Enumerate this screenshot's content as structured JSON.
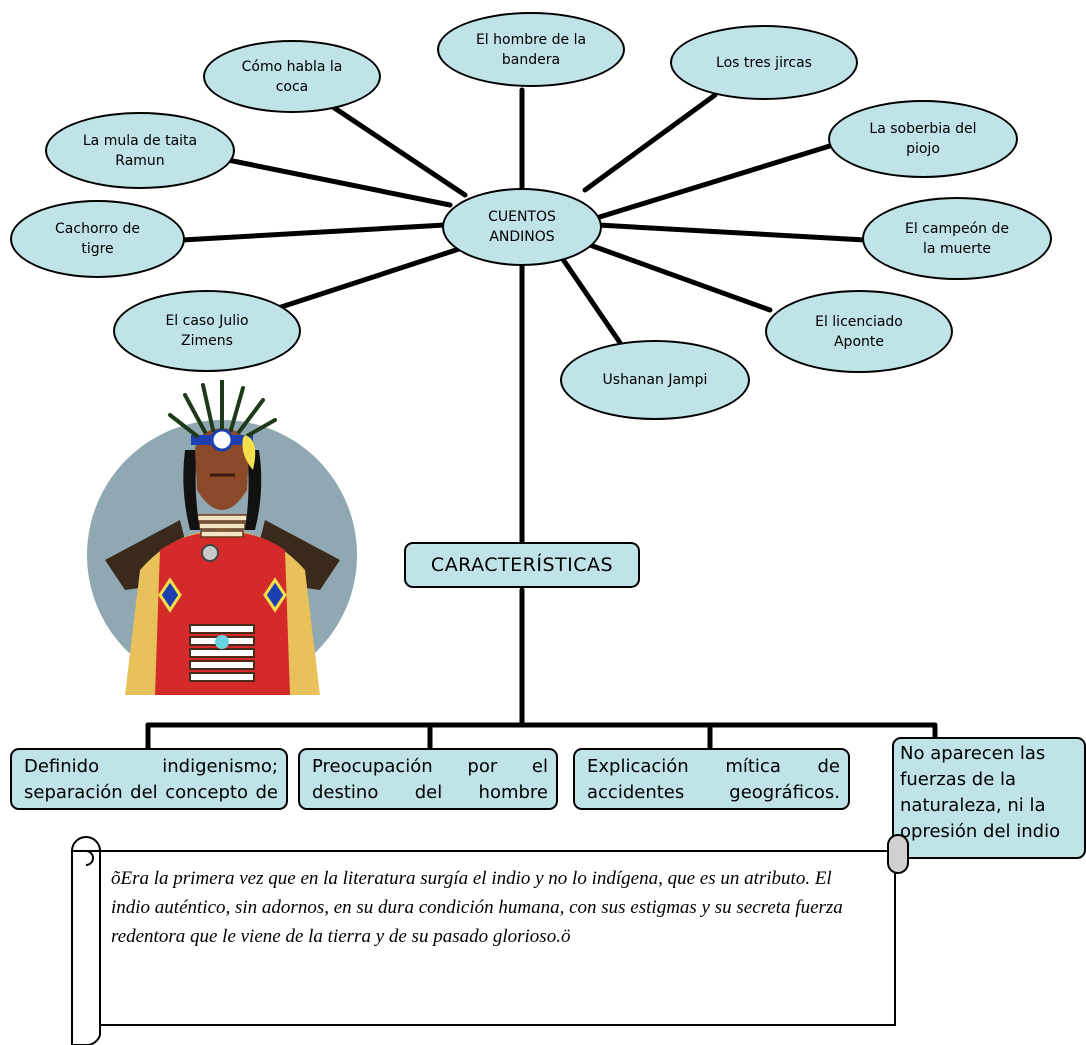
{
  "diagram": {
    "center": "CUENTOS\nANDINOS",
    "stories": [
      "El hombre de la\nbandera",
      "Cómo habla la\ncoca",
      "Los tres jircas",
      "La mula de taita\nRamun",
      "La soberbia del\npiojo",
      "Cachorro de\ntigre",
      "El campeón de\nla muerte",
      "El caso Julio\nZimens",
      "El licenciado\nAponte",
      "Ushanan Jampi"
    ],
    "characteristics_title": "CARACTERÍSTICAS",
    "characteristics": [
      "Definido indigenismo; separación del concepto de raza.",
      "Preocupación por el destino del hombre peruano.",
      "Explicación mítica de accidentes geográficos. Ambiente provinciano",
      "No aparecen las fuerzas de la naturaleza, ni la opresión del indio"
    ],
    "quote": "õEra la primera vez que en la literatura surgía el indio y no lo indígena, que es un atributo. El indio auténtico, sin adornos, en su dura condición humana, con sus estigmas y su secreta fuerza redentora que le viene de la tierra y de su pasado glorioso.ö"
  },
  "colors": {
    "node_fill": "#bfe3e6",
    "outline": "#000000",
    "illustration_circle": "#8fa8b1"
  }
}
